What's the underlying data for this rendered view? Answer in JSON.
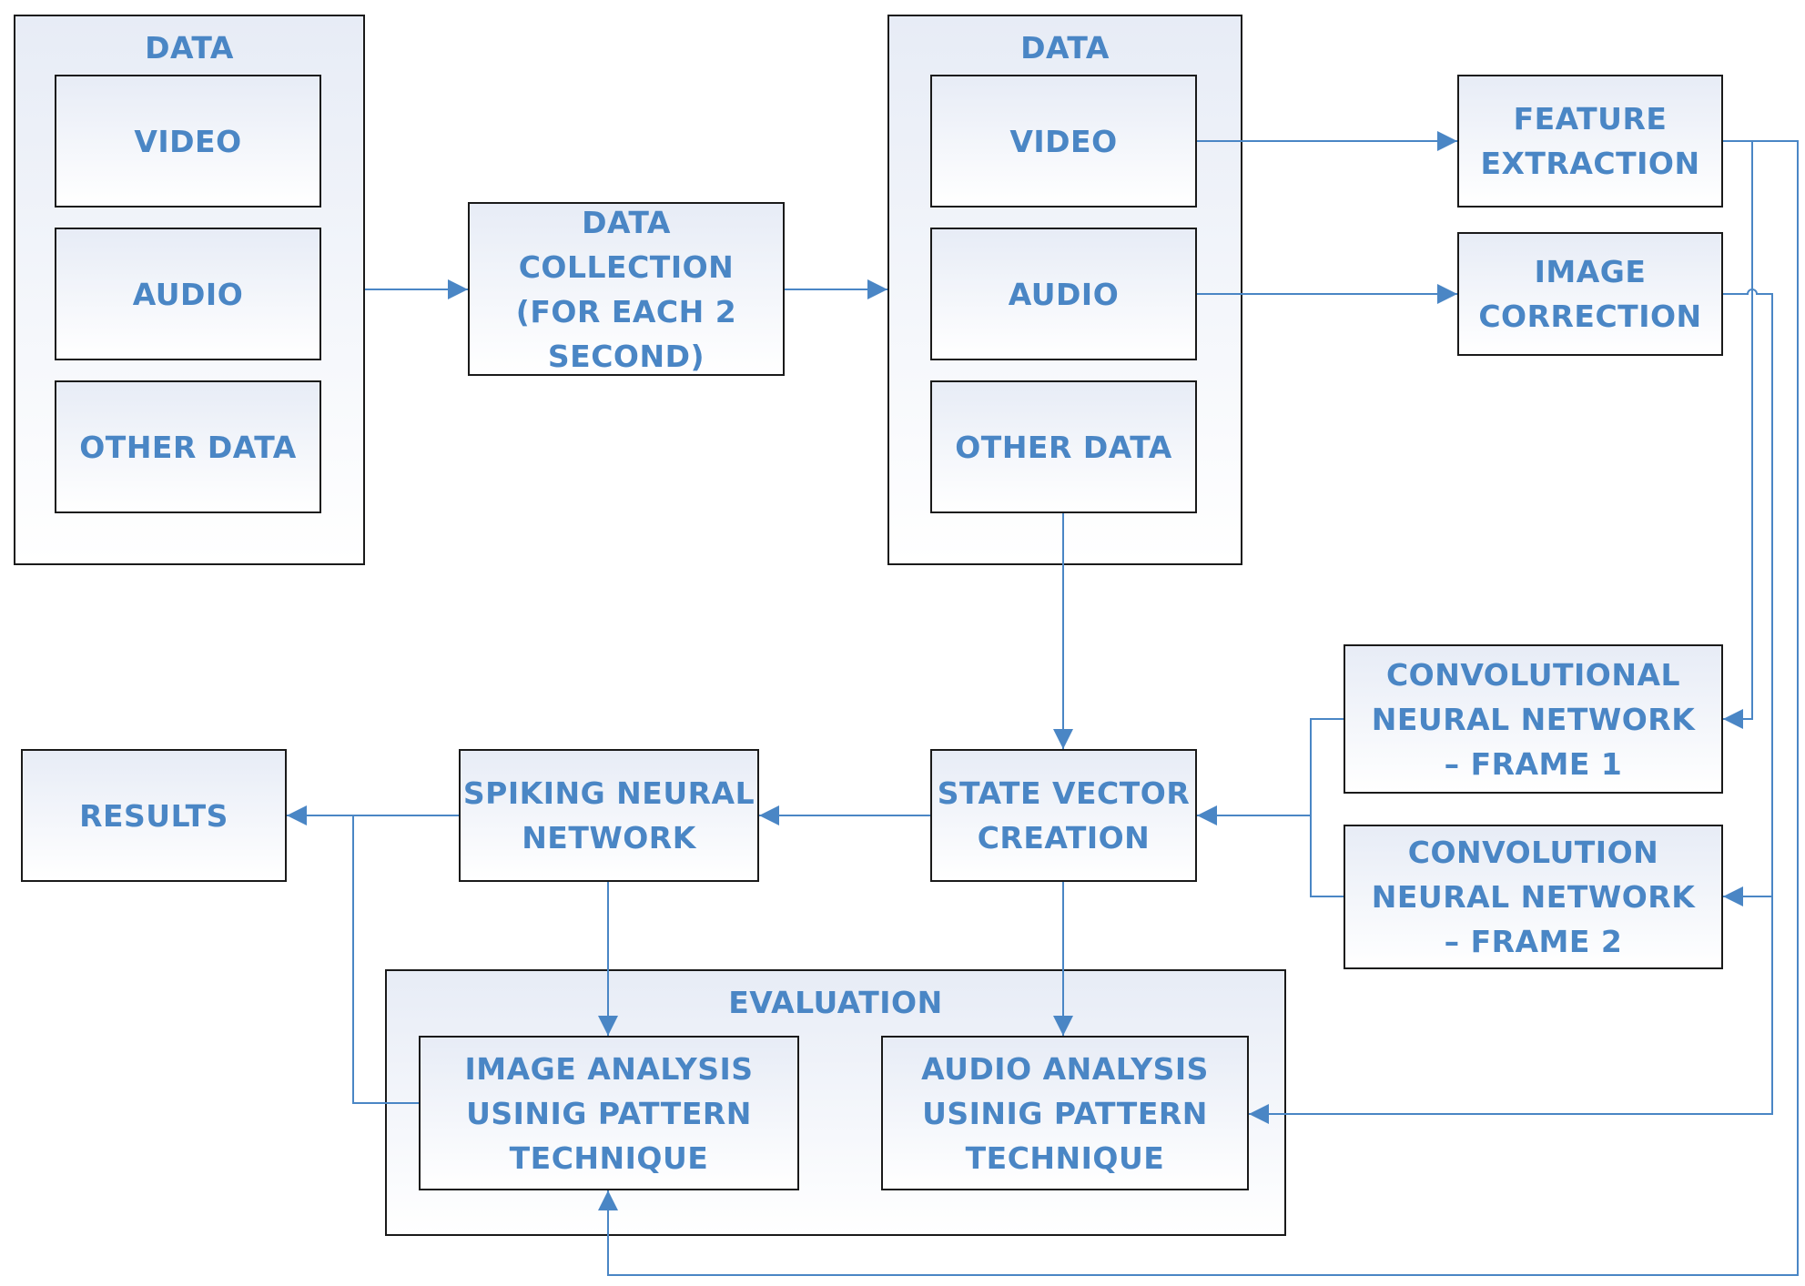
{
  "left_data": {
    "title": "DATA",
    "items": [
      "VIDEO",
      "AUDIO",
      "OTHER DATA"
    ]
  },
  "data_collection": "DATA COLLECTION\n(FOR EACH 2\nSECOND)",
  "right_data": {
    "title": "DATA",
    "items": [
      "VIDEO",
      "AUDIO",
      "OTHER DATA"
    ]
  },
  "feature_extraction": "FEATURE\nEXTRACTION",
  "image_correction": "IMAGE\nCORRECTION",
  "cnn_frame1": "CONVOLUTIONAL\nNEURAL NETWORK\n– FRAME 1",
  "cnn_frame2": "CONVOLUTION\nNEURAL NETWORK\n– FRAME 2",
  "state_vector": "STATE VECTOR\nCREATION",
  "spiking_nn": "SPIKING NEURAL\nNETWORK",
  "results": "RESULTS",
  "evaluation": {
    "title": "EVALUATION",
    "image_analysis": "IMAGE ANALYSIS\nUSINIG PATTERN\nTECHNIQUE",
    "audio_analysis": "AUDIO ANALYSIS\nUSINIG PATTERN\nTECHNIQUE"
  },
  "colors": {
    "line": "#4a86c5",
    "text": "#4a86c5",
    "border": "#1a1a1a"
  }
}
